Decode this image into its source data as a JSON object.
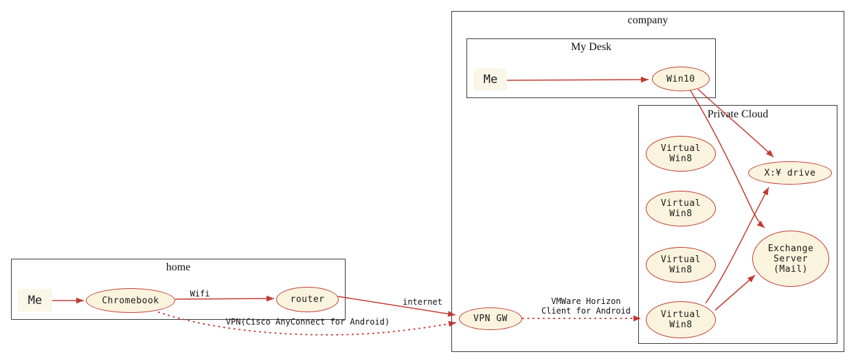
{
  "colors": {
    "edge": "#c13b33",
    "node_fill": "#faf3dd",
    "me_fill": "#faf6e8",
    "cluster_border": "#3a3a3a",
    "text": "#111111"
  },
  "clusters": {
    "home": {
      "label": "home"
    },
    "company": {
      "label": "company"
    },
    "my_desk": {
      "label": "My Desk"
    },
    "private_cloud": {
      "label": "Private Cloud"
    }
  },
  "nodes": {
    "me_home": {
      "label": "Me"
    },
    "chromebook": {
      "label": "Chromebook"
    },
    "router": {
      "label": "router"
    },
    "vpn_gw": {
      "label": "VPN GW"
    },
    "me_company": {
      "label": "Me"
    },
    "win10": {
      "label": "Win10"
    },
    "virtual_win8": {
      "line1": "Virtual",
      "line2": "Win8"
    },
    "x_drive": {
      "label": "X:¥ drive"
    },
    "exchange": {
      "line1": "Exchange",
      "line2": "Server",
      "line3": "(Mail)"
    }
  },
  "edge_labels": {
    "wifi": "Wifi",
    "internet": "internet",
    "vpn_cisco": "VPN(Cisco AnyConnect for Android)",
    "horizon_line1": "VMWare Horizon",
    "horizon_line2": "Client for Android"
  }
}
